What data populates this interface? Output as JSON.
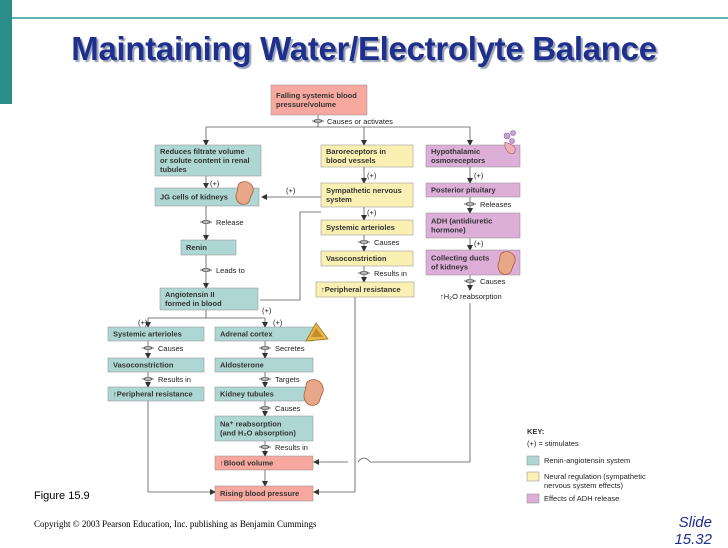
{
  "slide": {
    "title": "Maintaining Water/Electrolyte Balance",
    "figure_label": "Figure 15.9",
    "copyright": "Copyright © 2003 Pearson Education, Inc. publishing as Benjamin Cummings",
    "slide_word": "Slide",
    "slide_number": "15.32"
  },
  "colors": {
    "renin": "#aed7d4",
    "neural": "#fbf0b4",
    "adh": "#dcaed8",
    "salmon": "#f7a9a0",
    "accent": "#1e2f8c"
  },
  "nodes": {
    "falling": [
      "Falling systemic blood",
      "pressure/volume"
    ],
    "reduces": [
      "Reduces filtrate volume",
      "or solute content in renal",
      "tubules"
    ],
    "baroreceptors": [
      "Baroreceptors in",
      "blood vessels"
    ],
    "hypothalamic": [
      "Hypothalamic",
      "osmoreceptors"
    ],
    "jg": [
      "JG cells of kidneys"
    ],
    "sympathetic": [
      "Sympathetic nervous",
      "system"
    ],
    "posterior": [
      "Posterior pituitary"
    ],
    "arterioles_top": [
      "Systemic arterioles"
    ],
    "adh": [
      "ADH (antidiuretic",
      "hormone)"
    ],
    "renin": [
      "Renin"
    ],
    "vaso_top": [
      "Vasoconstriction"
    ],
    "collecting": [
      "Collecting ducts",
      "of kidneys"
    ],
    "peripheral_top": [
      "↑Peripheral resistance"
    ],
    "h2o": [
      "↑H₂O reabsorption"
    ],
    "angiotensin": [
      "Angiotensin II",
      "formed in blood"
    ],
    "arterioles_left": [
      "Systemic arterioles"
    ],
    "adrenal": [
      "Adrenal cortex"
    ],
    "vaso_left": [
      "Vasoconstriction"
    ],
    "aldosterone": [
      "Aldosterone"
    ],
    "peripheral_left": [
      "↑Peripheral resistance"
    ],
    "tubules": [
      "Kidney tubules"
    ],
    "na": [
      "Na⁺ reabsorption",
      "(and H₂O absorption)"
    ],
    "blood_volume": [
      "↑Blood volume"
    ],
    "rising": [
      "Rising blood pressure"
    ]
  },
  "links": {
    "causes_or_activates": "Causes or activates",
    "release": "Release",
    "leads_to": "Leads to",
    "causes": "Causes",
    "results_in": "Results in",
    "releases": "Releases",
    "secretes": "Secretes",
    "targets": "Targets",
    "plus": "(+)"
  },
  "key": {
    "title": "KEY:",
    "stimulates": "(+) = stimulates",
    "items": [
      {
        "label": [
          "Renin-angiotensin system"
        ],
        "color": "#aed7d4"
      },
      {
        "label": [
          "Neural regulation (sympathetic",
          "nervous system effects)"
        ],
        "color": "#fbf0b4"
      },
      {
        "label": [
          "Effects of ADH release"
        ],
        "color": "#dcaed8"
      }
    ]
  }
}
